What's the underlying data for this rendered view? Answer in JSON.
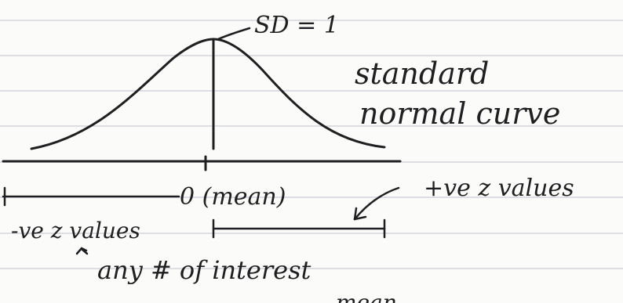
{
  "diagram": {
    "sd_label": "SD = 1",
    "curve_label_line1": "standard",
    "curve_label_line2": "normal curve",
    "mean_label": "0 (mean)",
    "positive_label": "+ve z values",
    "negative_label": "-ve z values",
    "interest_label": "any # of interest",
    "bottom_cut_label": "mean"
  },
  "colors": {
    "ink": "#1f1f22",
    "rule_line": "#c9cdd3",
    "paper": "#fbfbfa"
  }
}
